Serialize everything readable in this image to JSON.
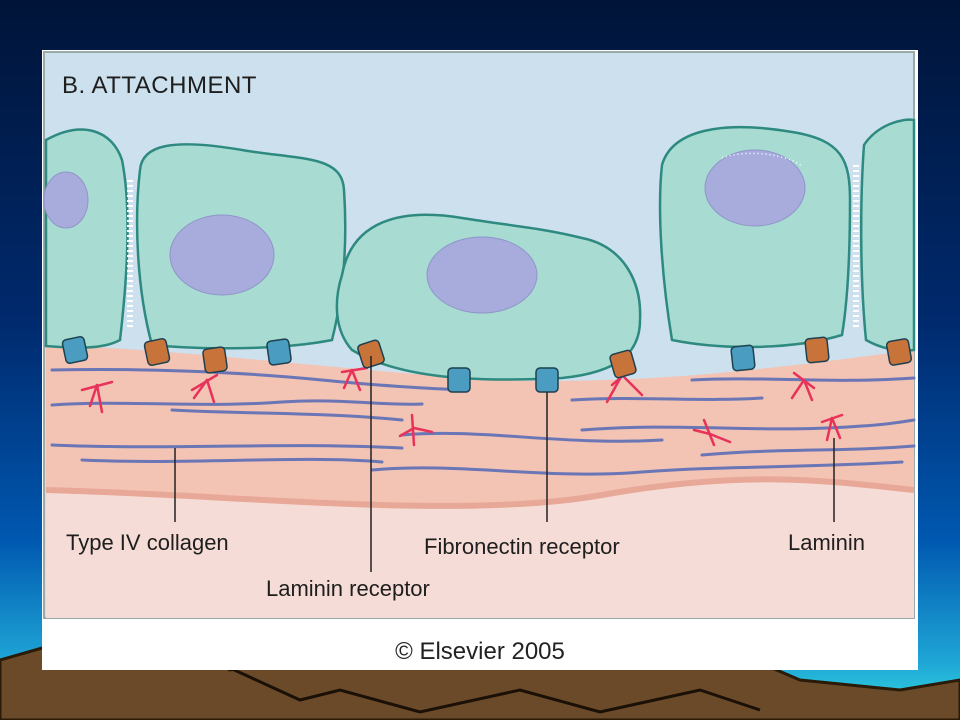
{
  "figure": {
    "title": "B. ATTACHMENT",
    "labels": {
      "type_iv_collagen": "Type IV collagen",
      "laminin_receptor": "Laminin receptor",
      "fibronectin_receptor": "Fibronectin receptor",
      "laminin": "Laminin"
    },
    "credit": "© Elsevier 2005"
  },
  "colors": {
    "cell_body": "#a8dcd2",
    "cell_outline": "#2e8a80",
    "nucleus": "#a7acdc",
    "background_top": "#cde0ee",
    "basement_membrane": "#f3c3b3",
    "lower_layer": "#f6dcd6",
    "fiber": "#6a76b6",
    "laminin_marks": "#e8325a",
    "fibronectin_receptor": "#4a9cc0",
    "laminin_receptor": "#c8733a"
  },
  "icons": {
    "slide_decoration": "mountain-silhouette",
    "receptor_blue": "fibronectin-receptor-icon",
    "receptor_brown": "laminin-receptor-icon"
  }
}
